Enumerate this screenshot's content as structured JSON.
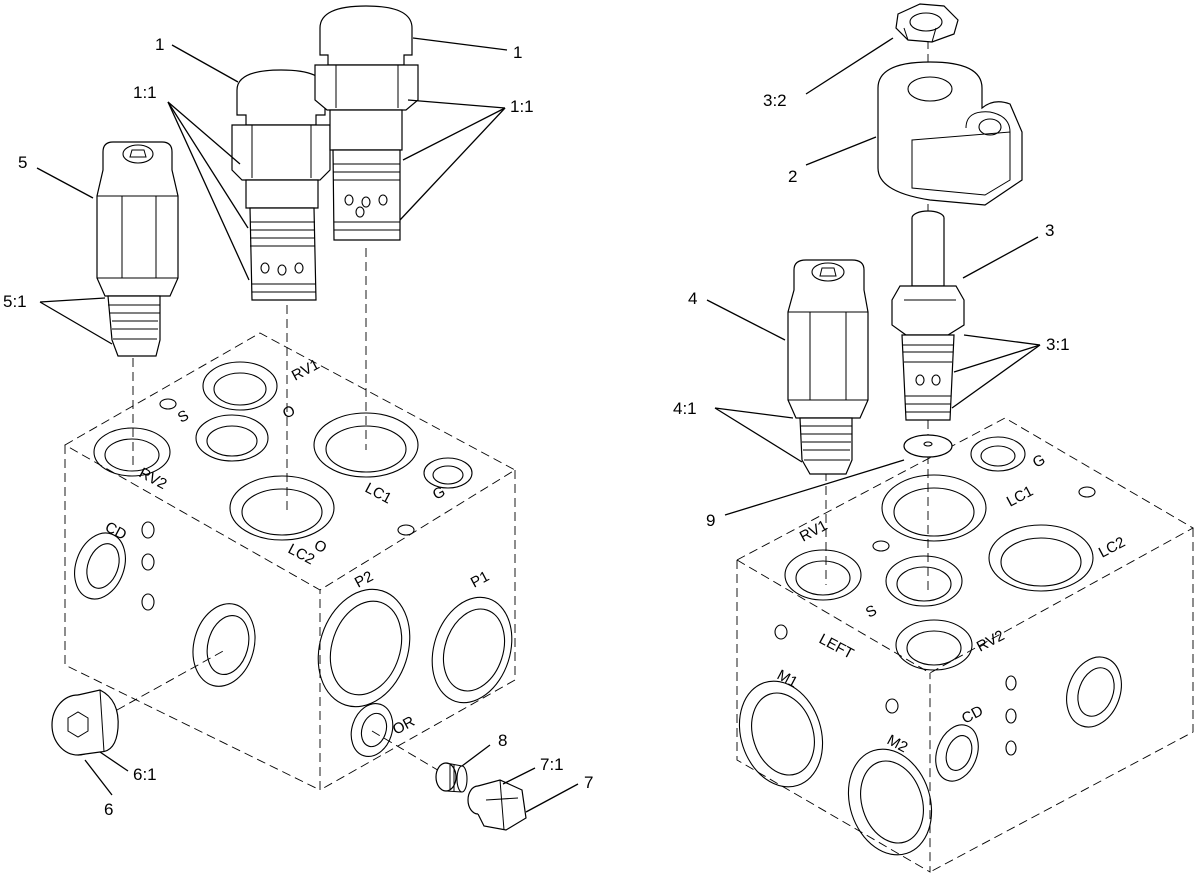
{
  "callouts": {
    "c1_left": "1",
    "c1_right": "1",
    "c1_1_left": "1:1",
    "c1_1_right": "1:1",
    "c5": "5",
    "c5_1": "5:1",
    "c6": "6",
    "c6_1": "6:1",
    "c7": "7",
    "c7_1": "7:1",
    "c8": "8",
    "c2": "2",
    "c3": "3",
    "c3_1": "3:1",
    "c3_2": "3:2",
    "c4": "4",
    "c4_1": "4:1",
    "c9": "9"
  },
  "left_block_ports": {
    "rv1": "RV1",
    "rv2": "RV2",
    "s": "S",
    "o_top": "O",
    "o_bottom": "O",
    "lc1": "LC1",
    "lc2": "LC2",
    "g": "G",
    "cd": "CD",
    "p1": "P1",
    "p2": "P2",
    "or": "OR"
  },
  "right_block_ports": {
    "rv1": "RV1",
    "rv2": "RV2",
    "s": "S",
    "lc1": "LC1",
    "lc2": "LC2",
    "g": "G",
    "cd": "CD",
    "left": "LEFT",
    "m1": "M1",
    "m2": "M2"
  }
}
